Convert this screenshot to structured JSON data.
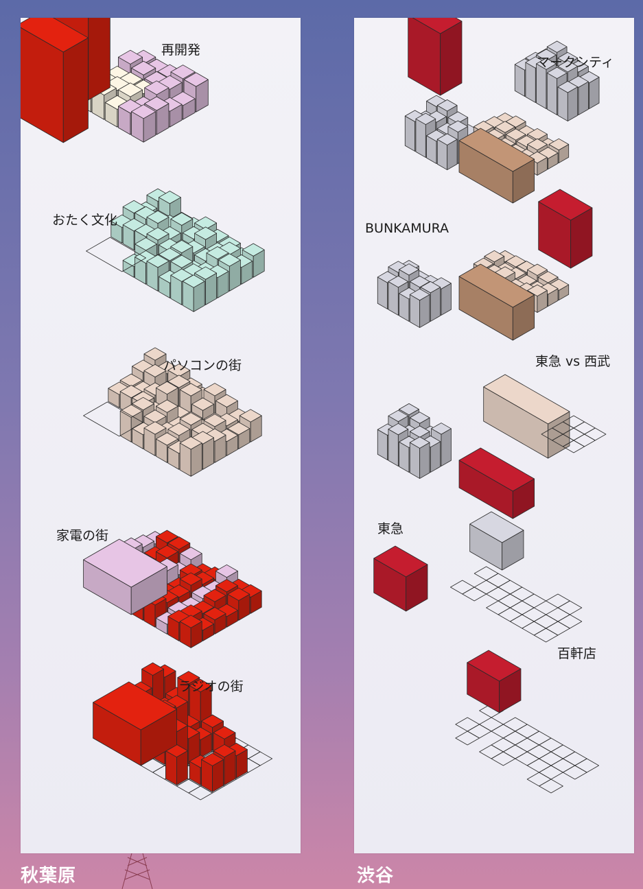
{
  "akihabara": {
    "city_label": "秋葉原",
    "layers": [
      {
        "label": "再開発"
      },
      {
        "label": "おたく文化"
      },
      {
        "label": "パソコンの街"
      },
      {
        "label": "家電の街"
      },
      {
        "label": "ラジオの街"
      }
    ]
  },
  "shibuya": {
    "city_label": "渋谷",
    "layers": [
      {
        "label": "マークシティ"
      },
      {
        "label": "BUNKAMURA"
      },
      {
        "label": "東急 vs 西武"
      },
      {
        "label": "東急"
      },
      {
        "label": "百軒店"
      }
    ]
  },
  "colors": {
    "background_top": "#5c6aa8",
    "background_bottom": "#cc86a8",
    "panel": "#efeef5",
    "red_highlight": "#d4200e",
    "red_dark_highlight": "#b81b2c",
    "mint": "#b8dcd2",
    "beige": "#ddc9bd",
    "lilac": "#d8b8d6",
    "cream": "#ece6d6",
    "grey_building": "#c9c9d2",
    "brown": "#b58b6e"
  }
}
